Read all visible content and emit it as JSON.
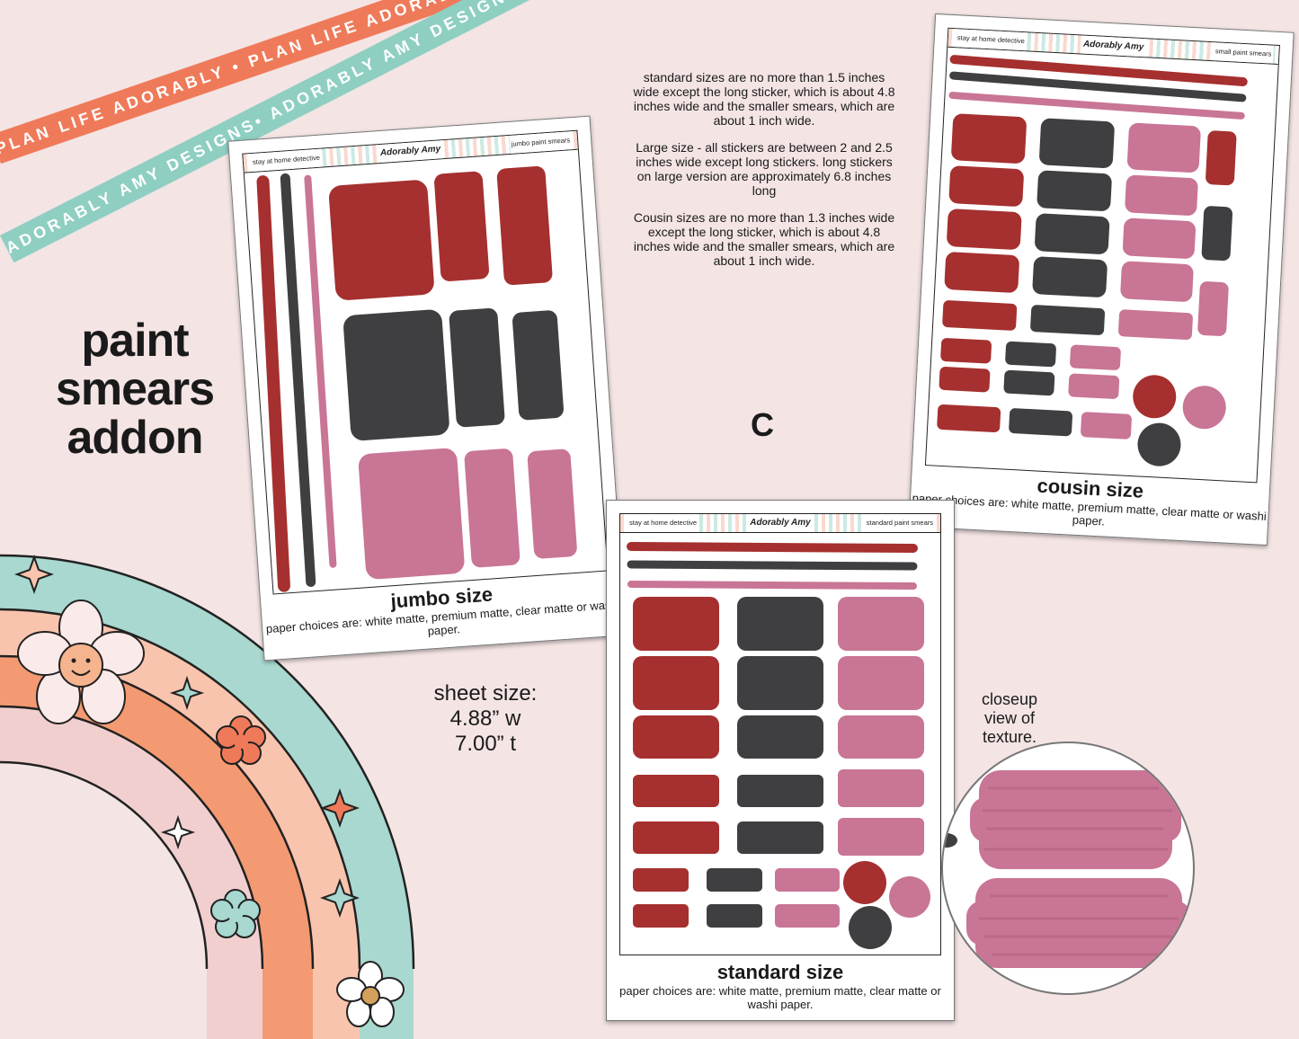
{
  "ribbons": {
    "orange": "PLAN LIFE ADORABLY • PLAN LIFE ADORABLY • PLAN LIFE ADORABLY •",
    "teal": "ADORABLY AMY DESIGNS• ADORABLY AMY DESIGNS• ADORABLY AMY DESIGNS •"
  },
  "title": [
    "paint",
    "smears",
    "addon"
  ],
  "info": {
    "standard": "standard sizes are no more than 1.5 inches wide except the long sticker, which is about 4.8 inches wide and the smaller smears, which are about 1 inch wide.",
    "large": "Large size - all stickers are between 2 and 2.5 inches wide except long stickers. long stickers on large version are approximately 6.8 inches long",
    "cousin": "Cousin sizes are no more than 1.3 inches wide except the long sticker, which is about 4.8 inches wide and the smaller smears, which are about 1 inch wide.",
    "letter": "C"
  },
  "sheets": {
    "jumbo": {
      "header_left": "stay at home detective",
      "header_logo": "Adorably Amy",
      "header_right": "jumbo paint smears",
      "caption_title": "jumbo size",
      "caption_sub": "paper choices are: white matte, premium matte, clear matte or washi paper."
    },
    "cousin": {
      "header_left": "stay at home detective",
      "header_logo": "Adorably Amy",
      "header_right": "small paint smears",
      "caption_title": "cousin size",
      "caption_sub": "paper choices are: white matte, premium matte, clear matte or washi paper."
    },
    "standard": {
      "header_left": "stay at home detective",
      "header_logo": "Adorably Amy",
      "header_right": "standard paint smears",
      "caption_title": "standard size",
      "caption_sub": "paper choices are: white matte, premium matte, clear matte or washi paper."
    }
  },
  "sheet_size": [
    "sheet size:",
    "4.88” w",
    "7.00” t"
  ],
  "closeup_label": "closeup view of texture.",
  "colors": {
    "red": "#a5302f",
    "charcoal": "#3f3f41",
    "pink": "#c97595",
    "background": "#f4e4e4",
    "rainbow_teal": "#a8d8cf",
    "rainbow_peach": "#f9c4ad",
    "rainbow_orange": "#f39a72",
    "rainbow_pink": "#f2cfcf"
  }
}
